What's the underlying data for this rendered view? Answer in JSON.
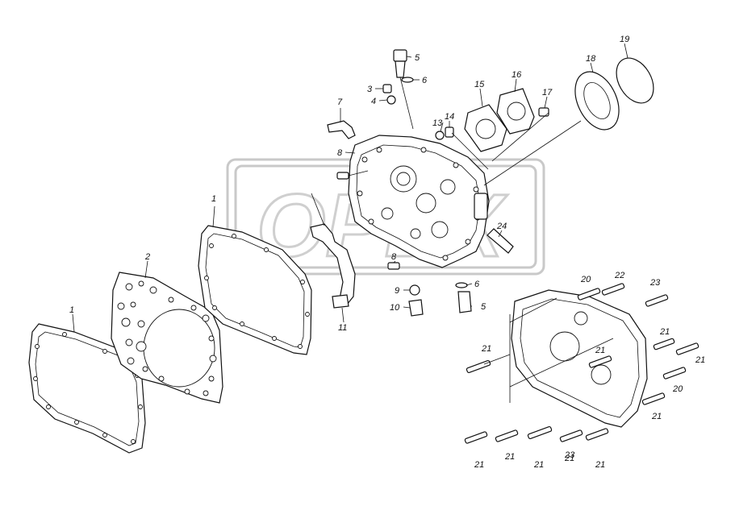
{
  "watermark": {
    "text": "OPEX"
  },
  "callouts": [
    {
      "id": "c1a",
      "label": "1"
    },
    {
      "id": "c1b",
      "label": "1"
    },
    {
      "id": "c2",
      "label": "2"
    },
    {
      "id": "c3",
      "label": "3"
    },
    {
      "id": "c4",
      "label": "4"
    },
    {
      "id": "c5a",
      "label": "5"
    },
    {
      "id": "c5b",
      "label": "5"
    },
    {
      "id": "c6a",
      "label": "6"
    },
    {
      "id": "c6b",
      "label": "6"
    },
    {
      "id": "c7",
      "label": "7"
    },
    {
      "id": "c8a",
      "label": "8"
    },
    {
      "id": "c8b",
      "label": "8"
    },
    {
      "id": "c9",
      "label": "9"
    },
    {
      "id": "c10",
      "label": "10"
    },
    {
      "id": "c11",
      "label": "11"
    },
    {
      "id": "c13",
      "label": "13"
    },
    {
      "id": "c14",
      "label": "14"
    },
    {
      "id": "c15",
      "label": "15"
    },
    {
      "id": "c16",
      "label": "16"
    },
    {
      "id": "c17",
      "label": "17"
    },
    {
      "id": "c18",
      "label": "18"
    },
    {
      "id": "c19",
      "label": "19"
    },
    {
      "id": "c20a",
      "label": "20"
    },
    {
      "id": "c20b",
      "label": "20"
    },
    {
      "id": "c21a",
      "label": "21"
    },
    {
      "id": "c21b",
      "label": "21"
    },
    {
      "id": "c21c",
      "label": "21"
    },
    {
      "id": "c21d",
      "label": "21"
    },
    {
      "id": "c21e",
      "label": "21"
    },
    {
      "id": "c21f",
      "label": "21"
    },
    {
      "id": "c21g",
      "label": "21"
    },
    {
      "id": "c21h",
      "label": "21"
    },
    {
      "id": "c21i",
      "label": "21"
    },
    {
      "id": "c21j",
      "label": "21"
    },
    {
      "id": "c22",
      "label": "22"
    },
    {
      "id": "c23a",
      "label": "23"
    },
    {
      "id": "c23b",
      "label": "23"
    },
    {
      "id": "c24",
      "label": "24"
    }
  ]
}
